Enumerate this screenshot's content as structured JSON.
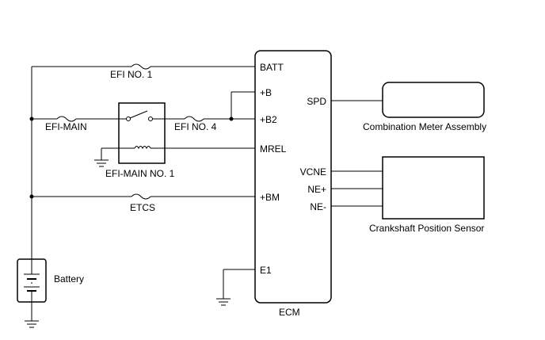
{
  "ecm": {
    "name": "ECM",
    "pins": {
      "batt": "BATT",
      "plus_b": "+B",
      "plus_b2": "+B2",
      "mrel": "MREL",
      "plus_bm": "+BM",
      "e1": "E1",
      "spd": "SPD",
      "vcne": "VCNE",
      "ne_plus": "NE+",
      "ne_minus": "NE-"
    }
  },
  "fuses": {
    "efi_no1": "EFI NO. 1",
    "efi_main": "EFI-MAIN",
    "efi_no4": "EFI NO. 4",
    "etcs": "ETCS"
  },
  "relay": {
    "name": "EFI-MAIN NO. 1"
  },
  "battery": {
    "name": "Battery"
  },
  "combination_meter": {
    "name": "Combination Meter Assembly"
  },
  "crank_sensor": {
    "name": "Crankshaft Position Sensor"
  }
}
